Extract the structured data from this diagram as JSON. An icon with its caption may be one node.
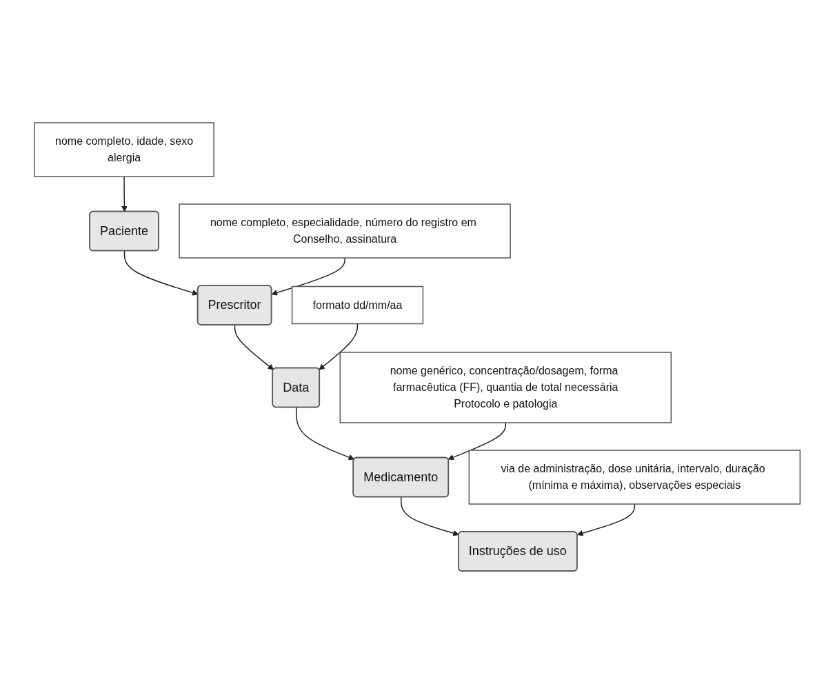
{
  "diagram": {
    "nodes": [
      {
        "text": [
          "Paciente"
        ]
      },
      {
        "text": [
          "Prescritor"
        ]
      },
      {
        "text": [
          "Data"
        ]
      },
      {
        "text": [
          "Medicamento"
        ]
      },
      {
        "text": [
          "Instruções de uso"
        ]
      },
      {
        "text": [
          "nome completo, idade, sexo",
          "alergia"
        ]
      },
      {
        "text": [
          "nome completo, especialidade, número do registro em Conselho, assinatura"
        ]
      },
      {
        "text": [
          "formato dd/mm/aa"
        ]
      },
      {
        "text": [
          "nome genérico, concentração/dosagem, forma farmacêutica (FF), quantia de total necessária",
          "Protocolo e patologia"
        ]
      },
      {
        "text": [
          "via de administração, dose unitária, intervalo, duração (mínima e máxima), observações especiais"
        ]
      }
    ],
    "edges": [
      {
        "from": 0,
        "to": 1,
        "arrow": "to"
      },
      {
        "from": 1,
        "to": 2,
        "arrow": "to"
      },
      {
        "from": 2,
        "to": 3,
        "arrow": "to"
      },
      {
        "from": 3,
        "to": 4,
        "arrow": "to"
      },
      {
        "from": 5,
        "to": 0,
        "arrow": "to"
      },
      {
        "from": 6,
        "to": 1,
        "arrow": "to"
      },
      {
        "from": 7,
        "to": 2,
        "arrow": "to"
      },
      {
        "from": 8,
        "to": 3,
        "arrow": "to"
      },
      {
        "from": 9,
        "to": 4,
        "arrow": "to"
      }
    ]
  }
}
